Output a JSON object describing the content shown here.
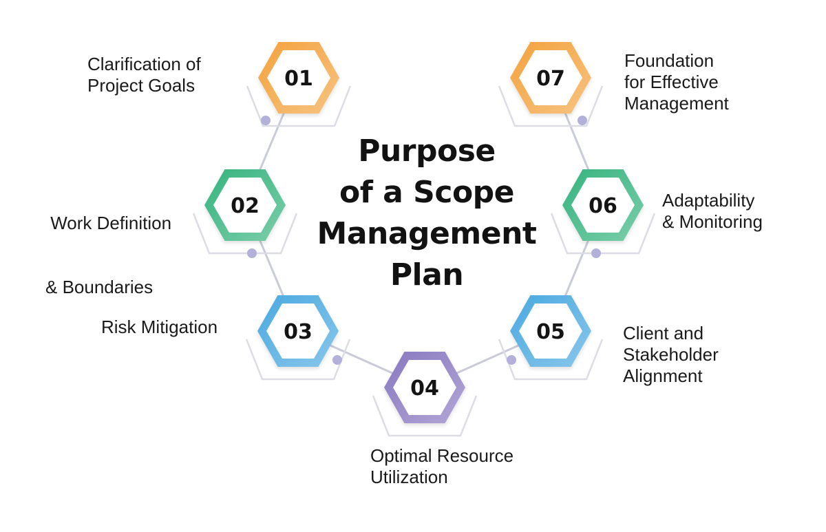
{
  "title": {
    "line1": "Purpose",
    "line2": "of a Scope",
    "line3": "Management",
    "line4": "Plan"
  },
  "items": [
    {
      "number": "01",
      "label_lines": [
        "Clarification of",
        "Project Goals"
      ],
      "color": "#f3a23d"
    },
    {
      "number": "02",
      "label_lines": [
        " Work Definition",
        "& Boundaries"
      ],
      "color": "#35b37e"
    },
    {
      "number": "03",
      "label_lines": [
        "Risk Mitigation"
      ],
      "color": "#4aa9e0"
    },
    {
      "number": "04",
      "label_lines": [
        "Optimal Resource",
        "Utilization"
      ],
      "color": "#8878c0"
    },
    {
      "number": "05",
      "label_lines": [
        "Client and",
        "Stakeholder",
        "Alignment"
      ],
      "color": "#4aa9e0"
    },
    {
      "number": "06",
      "label_lines": [
        "Adaptability",
        "& Monitoring"
      ],
      "color": "#35b37e"
    },
    {
      "number": "07",
      "label_lines": [
        "Foundation",
        "for Effective",
        "Management"
      ],
      "color": "#f3a23d"
    }
  ],
  "connector_color": "#c9cbd8",
  "dot_color": "#b3b0d9"
}
